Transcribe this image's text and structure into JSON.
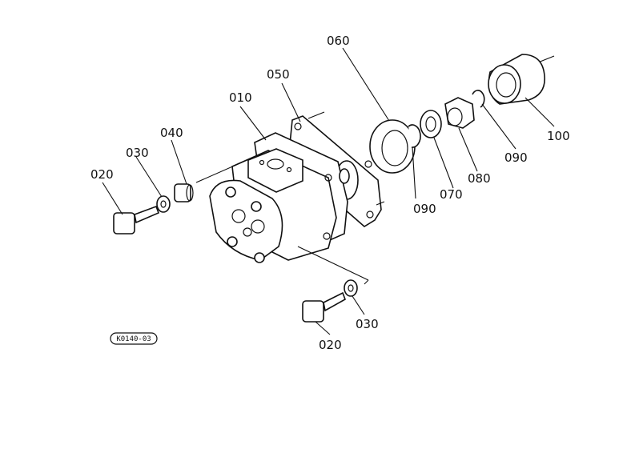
{
  "labels": {
    "p010": "010",
    "p020a": "020",
    "p020b": "020",
    "p030a": "030",
    "p030b": "030",
    "p040": "040",
    "p050": "050",
    "p060": "060",
    "p070": "070",
    "p080": "080",
    "p090a": "090",
    "p090b": "090",
    "p100": "100"
  },
  "diagram_code": "K0140-03",
  "colors": {
    "ink": "#111111",
    "paper": "#ffffff"
  }
}
